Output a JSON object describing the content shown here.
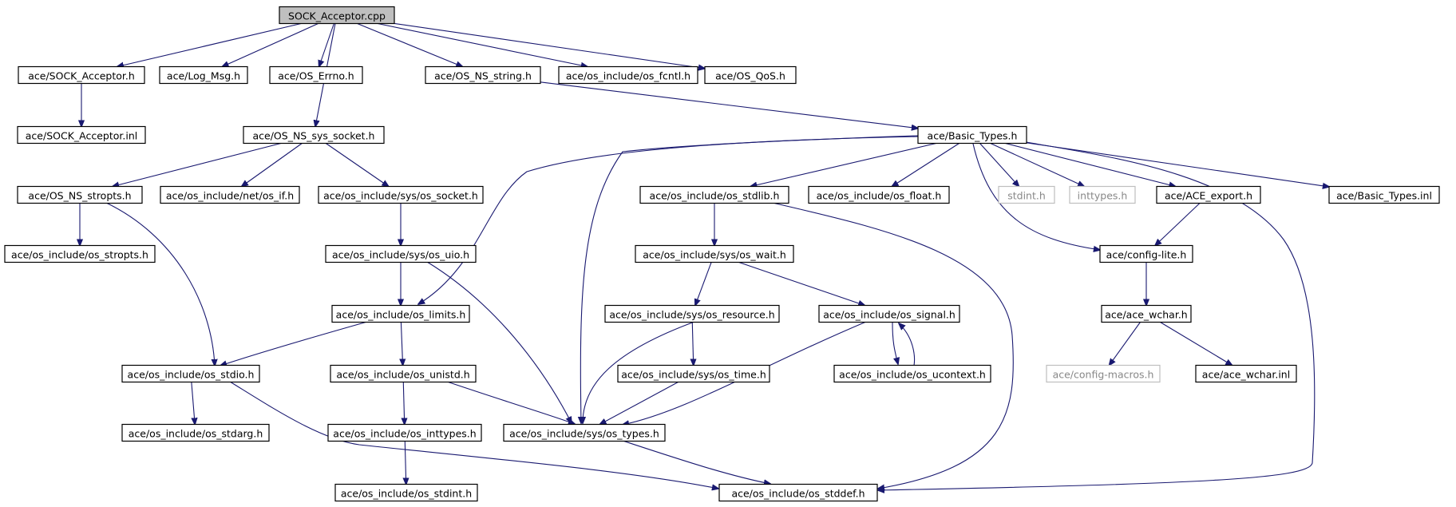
{
  "diagram": {
    "nodes": [
      {
        "id": "root",
        "label": "SOCK_Acceptor.cpp"
      },
      {
        "id": "sock_h",
        "label": "ace/SOCK_Acceptor.h"
      },
      {
        "id": "logmsg",
        "label": "ace/Log_Msg.h"
      },
      {
        "id": "errno",
        "label": "ace/OS_Errno.h"
      },
      {
        "id": "nsstring",
        "label": "ace/OS_NS_string.h"
      },
      {
        "id": "fcntl",
        "label": "ace/os_include/os_fcntl.h"
      },
      {
        "id": "qos",
        "label": "ace/OS_QoS.h"
      },
      {
        "id": "sock_inl",
        "label": "ace/SOCK_Acceptor.inl"
      },
      {
        "id": "nssock",
        "label": "ace/OS_NS_sys_socket.h"
      },
      {
        "id": "basic",
        "label": "ace/Basic_Types.h"
      },
      {
        "id": "nsstropts",
        "label": "ace/OS_NS_stropts.h"
      },
      {
        "id": "netif",
        "label": "ace/os_include/net/os_if.h"
      },
      {
        "id": "syssock",
        "label": "ace/os_include/sys/os_socket.h"
      },
      {
        "id": "stdlib",
        "label": "ace/os_include/os_stdlib.h"
      },
      {
        "id": "float",
        "label": "ace/os_include/os_float.h"
      },
      {
        "id": "stdint_sys",
        "label": "stdint.h"
      },
      {
        "id": "inttypes_sys",
        "label": "inttypes.h"
      },
      {
        "id": "export",
        "label": "ace/ACE_export.h"
      },
      {
        "id": "basic_inl",
        "label": "ace/Basic_Types.inl"
      },
      {
        "id": "stropts",
        "label": "ace/os_include/os_stropts.h"
      },
      {
        "id": "uio",
        "label": "ace/os_include/sys/os_uio.h"
      },
      {
        "id": "wait",
        "label": "ace/os_include/sys/os_wait.h"
      },
      {
        "id": "configlite",
        "label": "ace/config-lite.h"
      },
      {
        "id": "limits",
        "label": "ace/os_include/os_limits.h"
      },
      {
        "id": "resource",
        "label": "ace/os_include/sys/os_resource.h"
      },
      {
        "id": "signal",
        "label": "ace/os_include/os_signal.h"
      },
      {
        "id": "wchar",
        "label": "ace/ace_wchar.h"
      },
      {
        "id": "stdio",
        "label": "ace/os_include/os_stdio.h"
      },
      {
        "id": "unistd",
        "label": "ace/os_include/os_unistd.h"
      },
      {
        "id": "systime",
        "label": "ace/os_include/sys/os_time.h"
      },
      {
        "id": "ucontext",
        "label": "ace/os_include/os_ucontext.h"
      },
      {
        "id": "configmacros",
        "label": "ace/config-macros.h"
      },
      {
        "id": "wchar_inl",
        "label": "ace/ace_wchar.inl"
      },
      {
        "id": "stdarg",
        "label": "ace/os_include/os_stdarg.h"
      },
      {
        "id": "inttypes",
        "label": "ace/os_include/os_inttypes.h"
      },
      {
        "id": "systypes",
        "label": "ace/os_include/sys/os_types.h"
      },
      {
        "id": "stdint",
        "label": "ace/os_include/os_stdint.h"
      },
      {
        "id": "stddef",
        "label": "ace/os_include/os_stddef.h"
      }
    ],
    "edges": [
      [
        "root",
        "sock_h"
      ],
      [
        "root",
        "logmsg"
      ],
      [
        "root",
        "errno"
      ],
      [
        "root",
        "nsstring"
      ],
      [
        "root",
        "fcntl"
      ],
      [
        "root",
        "qos"
      ],
      [
        "root",
        "nssock"
      ],
      [
        "sock_h",
        "sock_inl"
      ],
      [
        "nsstring",
        "basic"
      ],
      [
        "nssock",
        "nsstropts"
      ],
      [
        "nssock",
        "netif"
      ],
      [
        "nssock",
        "syssock"
      ],
      [
        "nsstropts",
        "stropts"
      ],
      [
        "nsstropts",
        "stdio"
      ],
      [
        "syssock",
        "uio"
      ],
      [
        "uio",
        "limits"
      ],
      [
        "uio",
        "systypes"
      ],
      [
        "basic",
        "limits"
      ],
      [
        "basic",
        "systypes"
      ],
      [
        "basic",
        "stdlib"
      ],
      [
        "basic",
        "float"
      ],
      [
        "basic",
        "stdint_sys"
      ],
      [
        "basic",
        "inttypes_sys"
      ],
      [
        "basic",
        "export"
      ],
      [
        "basic",
        "basic_inl"
      ],
      [
        "basic",
        "configlite"
      ],
      [
        "basic",
        "stddef"
      ],
      [
        "export",
        "configlite"
      ],
      [
        "configlite",
        "wchar"
      ],
      [
        "wchar",
        "configmacros"
      ],
      [
        "wchar",
        "wchar_inl"
      ],
      [
        "stdlib",
        "wait"
      ],
      [
        "stdlib",
        "stddef"
      ],
      [
        "wait",
        "resource"
      ],
      [
        "wait",
        "signal"
      ],
      [
        "resource",
        "systime"
      ],
      [
        "resource",
        "systypes"
      ],
      [
        "signal",
        "ucontext"
      ],
      [
        "signal",
        "systypes"
      ],
      [
        "ucontext",
        "signal"
      ],
      [
        "systime",
        "systypes"
      ],
      [
        "limits",
        "stdio"
      ],
      [
        "limits",
        "unistd"
      ],
      [
        "stdio",
        "stdarg"
      ],
      [
        "stdio",
        "stddef"
      ],
      [
        "unistd",
        "inttypes"
      ],
      [
        "unistd",
        "systypes"
      ],
      [
        "inttypes",
        "stdint"
      ],
      [
        "systypes",
        "stddef"
      ]
    ]
  }
}
